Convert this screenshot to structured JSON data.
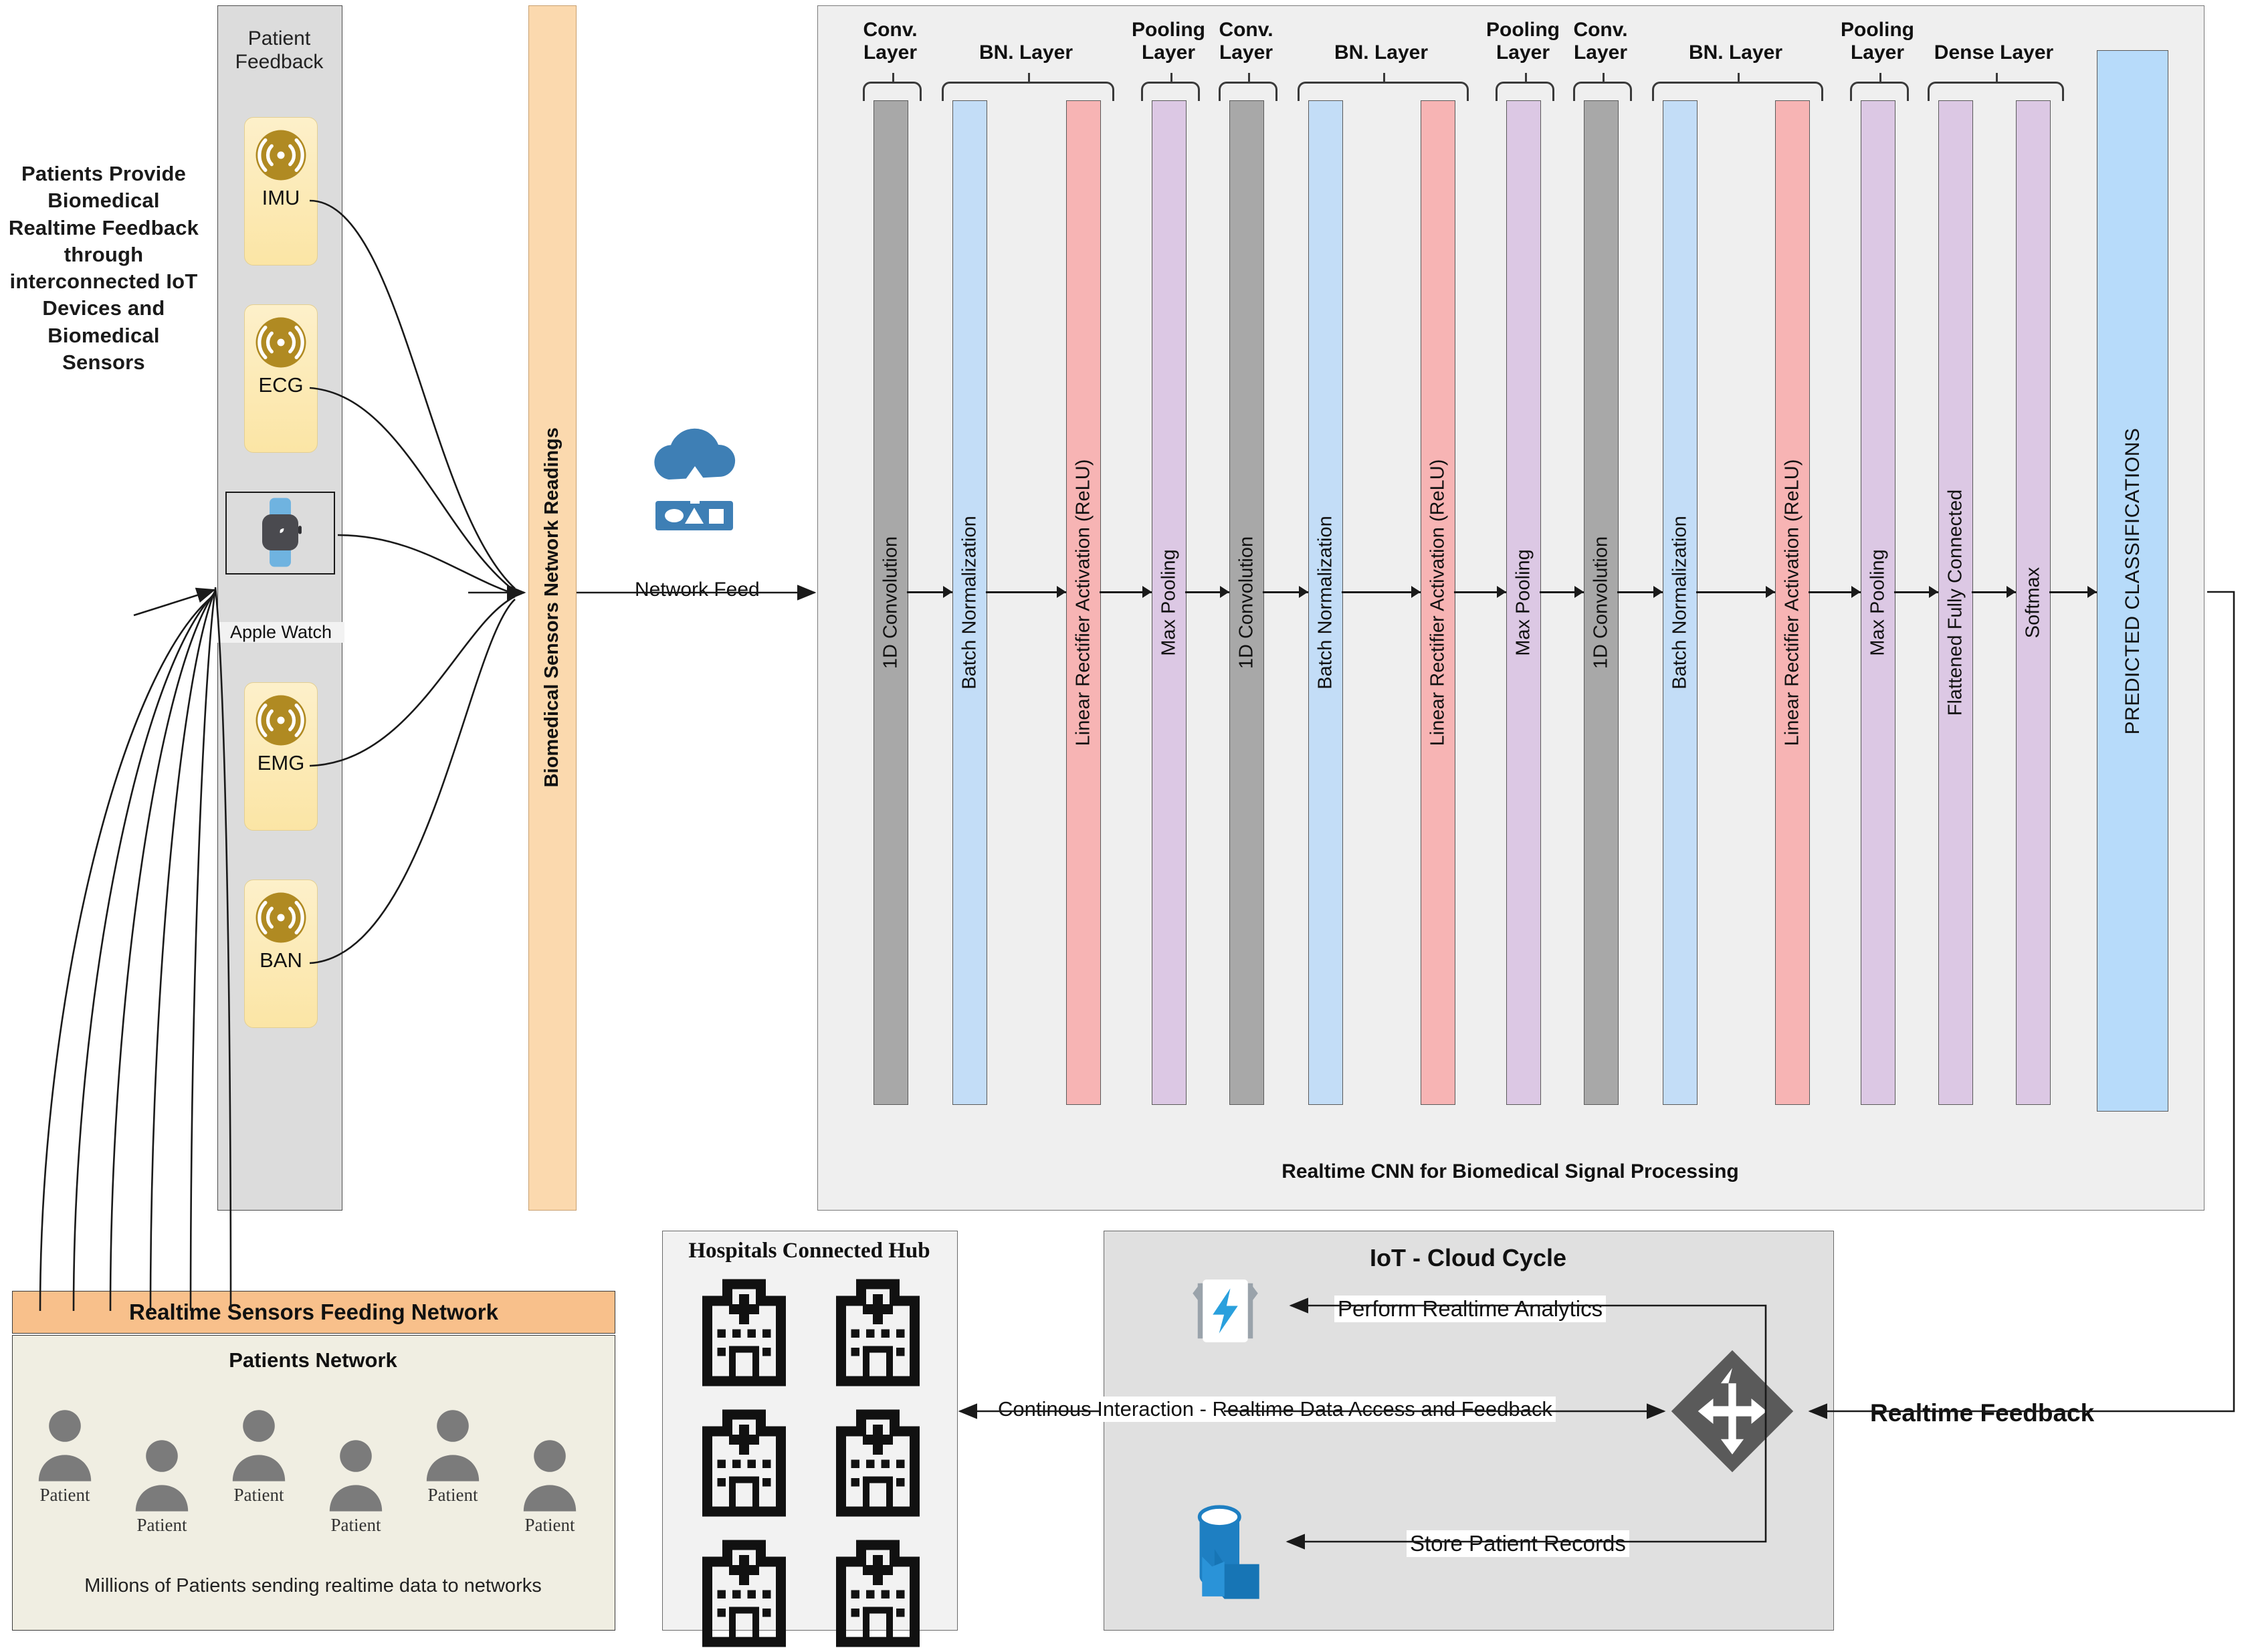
{
  "intro": {
    "text": "Patients Provide Biomedical Realtime Feedback through interconnected IoT Devices and Biomedical Sensors"
  },
  "patient_feedback": {
    "title": "Patient Feedback",
    "sensors": [
      {
        "label": "IMU",
        "icon": "wireless-signal-icon"
      },
      {
        "label": "ECG",
        "icon": "wireless-signal-icon"
      },
      {
        "label": "EMG",
        "icon": "wireless-signal-icon"
      },
      {
        "label": "BAN",
        "icon": "wireless-signal-icon"
      }
    ],
    "watch": {
      "label": "Apple Watch",
      "icon": "smartwatch-icon"
    }
  },
  "readings_bar": {
    "label": "Biomedical Sensors Network Readings"
  },
  "cloud": {
    "icon": "cloud-upload-icon"
  },
  "network_feed": {
    "label": "Network Feed"
  },
  "cnn": {
    "caption": "Realtime CNN for Biomedical Signal Processing",
    "group_labels": [
      "Conv. Layer",
      "BN. Layer",
      "Pooling Layer",
      "Conv. Layer",
      "BN. Layer",
      "Pooling Layer",
      "Conv. Layer",
      "BN. Layer",
      "Pooling Layer",
      "Dense Layer"
    ],
    "bars": [
      {
        "label": "1D Convolution",
        "kind": "conv"
      },
      {
        "label": "Batch Normalization",
        "kind": "bn"
      },
      {
        "label": "Linear Rectifier Activation (ReLU)",
        "kind": "relu"
      },
      {
        "label": "Max Pooling",
        "kind": "pool"
      },
      {
        "label": "1D Convolution",
        "kind": "conv"
      },
      {
        "label": "Batch Normalization",
        "kind": "bn"
      },
      {
        "label": "Linear Rectifier Activation (ReLU)",
        "kind": "relu"
      },
      {
        "label": "Max Pooling",
        "kind": "pool"
      },
      {
        "label": "1D Convolution",
        "kind": "conv"
      },
      {
        "label": "Batch Normalization",
        "kind": "bn"
      },
      {
        "label": "Linear Rectifier Activation (ReLU)",
        "kind": "relu"
      },
      {
        "label": "Max Pooling",
        "kind": "pool"
      },
      {
        "label": "Flattened Fully Connected",
        "kind": "dense"
      },
      {
        "label": "Softmax",
        "kind": "dense"
      }
    ],
    "output": {
      "label": "PREDICTED CLASSIFICATIONS"
    }
  },
  "realtime_feeding": {
    "header": "Realtime Sensors Feeding Network"
  },
  "patients_network": {
    "title": "Patients Network",
    "people": [
      "Patient",
      "Patient",
      "Patient",
      "Patient",
      "Patient",
      "Patient"
    ],
    "footer": "Millions of Patients sending realtime data to networks"
  },
  "hospitals": {
    "title": "Hospitals Connected Hub",
    "count": 6,
    "icon": "hospital-icon"
  },
  "iot_cloud": {
    "title": "IoT - Cloud Cycle",
    "analytics_label": "Perform Realtime Analytics",
    "store_label": "Store Patient Records",
    "interaction_label": "Continous Interaction - Realtime Data Access and Feedback",
    "analytics_icon": "lightning-bolt-icon",
    "storage_icon": "database-cylinder-icon",
    "router_icon": "four-way-arrows-icon"
  },
  "feedback": {
    "label": "Realtime Feedback"
  },
  "colors": {
    "conv": "#a8a8a8",
    "bn": "#c3ddf7",
    "relu": "#f7b4b4",
    "pool": "#dcc8e4",
    "dense": "#dcc8e4",
    "predicted": "#b7dbfa",
    "readings": "#fbd9ae",
    "sensor_card": "#fbe7b0",
    "feeding_header": "#f8c08b",
    "patients_box": "#f0eee2",
    "cnn_bg": "#efefef"
  }
}
